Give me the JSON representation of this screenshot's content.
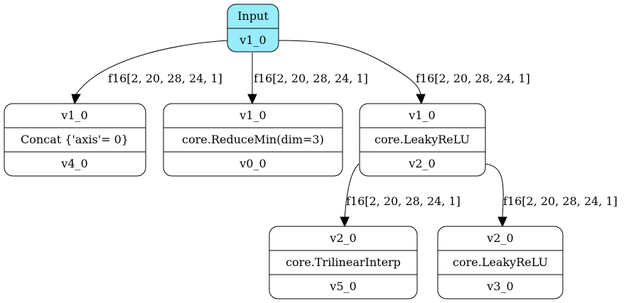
{
  "colors": {
    "input_fill": "#98ecfb",
    "node_fill": "#ffffff",
    "stroke": "#000000"
  },
  "nodes": {
    "input": {
      "title": "Input",
      "output": "v1_0"
    },
    "concat": {
      "input": "v1_0",
      "op": "Concat {'axis'= 0}",
      "output": "v4_0"
    },
    "reducemin": {
      "input": "v1_0",
      "op": "core.ReduceMin(dim=3)",
      "output": "v0_0"
    },
    "leakyrelu1": {
      "input": "v1_0",
      "op": "core.LeakyReLU",
      "output": "v2_0"
    },
    "trilinear": {
      "input": "v2_0",
      "op": "core.TrilinearInterp",
      "output": "v5_0"
    },
    "leakyrelu2": {
      "input": "v2_0",
      "op": "core.LeakyReLU",
      "output": "v3_0"
    }
  },
  "edges": {
    "input_to_concat": "f16[2, 20, 28, 24, 1]",
    "input_to_reducemin": "f16[2, 20, 28, 24, 1]",
    "input_to_leakyrelu1": "f16[2, 20, 28, 24, 1]",
    "leakyrelu1_to_trilinear": "f16[2, 20, 28, 24, 1]",
    "leakyrelu1_to_leakyrelu2": "f16[2, 20, 28, 24, 1]"
  }
}
